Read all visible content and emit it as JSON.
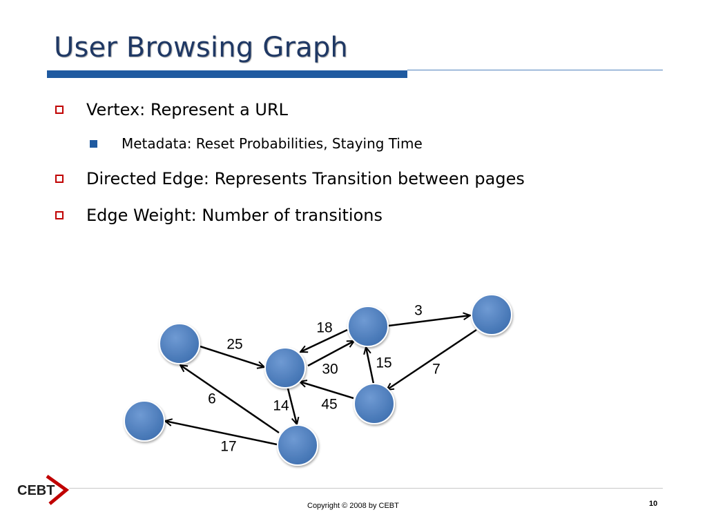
{
  "slide": {
    "title": "User Browsing Graph",
    "bullets": [
      {
        "level": 1,
        "text": "Vertex: Represent a URL"
      },
      {
        "level": 2,
        "text": "Metadata: Reset Probabilities, Staying Time"
      },
      {
        "level": 1,
        "text": "Directed Edge: Represents Transition between pages"
      },
      {
        "level": 1,
        "text": "Edge Weight: Number of transitions"
      }
    ],
    "footer": {
      "copyright": "Copyright © 2008 by CEBT",
      "page_number": "10",
      "logo_text": "CEBT"
    }
  },
  "graph": {
    "node_color": "#4f81bd",
    "edge_color": "#000000",
    "nodes": [
      {
        "id": "A"
      },
      {
        "id": "B"
      },
      {
        "id": "C"
      },
      {
        "id": "D"
      },
      {
        "id": "E"
      },
      {
        "id": "F"
      },
      {
        "id": "G"
      }
    ],
    "edges": [
      {
        "from": "A",
        "to": "B",
        "weight": "25"
      },
      {
        "from": "C",
        "to": "B",
        "weight": "18"
      },
      {
        "from": "B",
        "to": "C",
        "weight": "30"
      },
      {
        "from": "C",
        "to": "D",
        "weight": "3"
      },
      {
        "from": "D",
        "to": "E",
        "weight": "7"
      },
      {
        "from": "E",
        "to": "C",
        "weight": "15"
      },
      {
        "from": "E",
        "to": "B",
        "weight": "45"
      },
      {
        "from": "B",
        "to": "F",
        "weight": "14"
      },
      {
        "from": "F",
        "to": "A",
        "weight": "6"
      },
      {
        "from": "F",
        "to": "G",
        "weight": "17"
      }
    ]
  }
}
